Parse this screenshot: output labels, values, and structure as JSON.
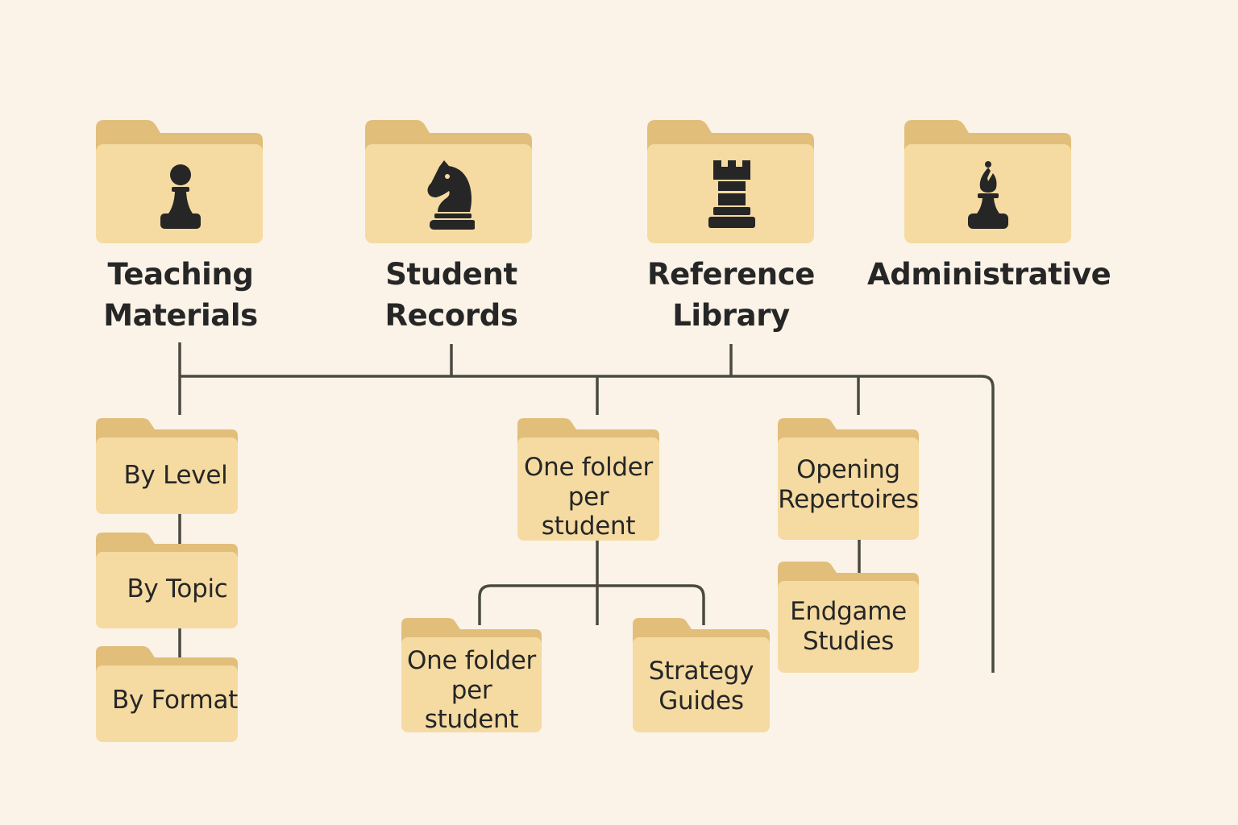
{
  "colors": {
    "background": "#fbf3e8",
    "folder_body": "#f5dba2",
    "folder_tab": "#e2be7b",
    "connector": "#4a4a40",
    "icon": "#262626"
  },
  "top_folders": [
    {
      "id": "teaching",
      "icon": "pawn-icon",
      "title_lines": [
        "Teaching",
        "Materials"
      ]
    },
    {
      "id": "student",
      "icon": "knight-icon",
      "title_lines": [
        "Student",
        "Records"
      ]
    },
    {
      "id": "reference",
      "icon": "rook-icon",
      "title_lines": [
        "Reference",
        "Library"
      ]
    },
    {
      "id": "admin",
      "icon": "bishop-icon",
      "title_lines": [
        "Administrative"
      ]
    }
  ],
  "subfolders": {
    "by_level": "By Level",
    "by_topic": "By Topic",
    "by_format": "By Format",
    "one_folder_per_student": [
      "One folder",
      "per student"
    ],
    "one_folder_per_student_child": [
      "One folder",
      "per student"
    ],
    "strategy_guides": [
      "Strategy",
      "Guides"
    ],
    "opening_repertoires": [
      "Opening",
      "Repertoires"
    ],
    "endgame_studies": [
      "Endgame",
      "Studies"
    ]
  }
}
